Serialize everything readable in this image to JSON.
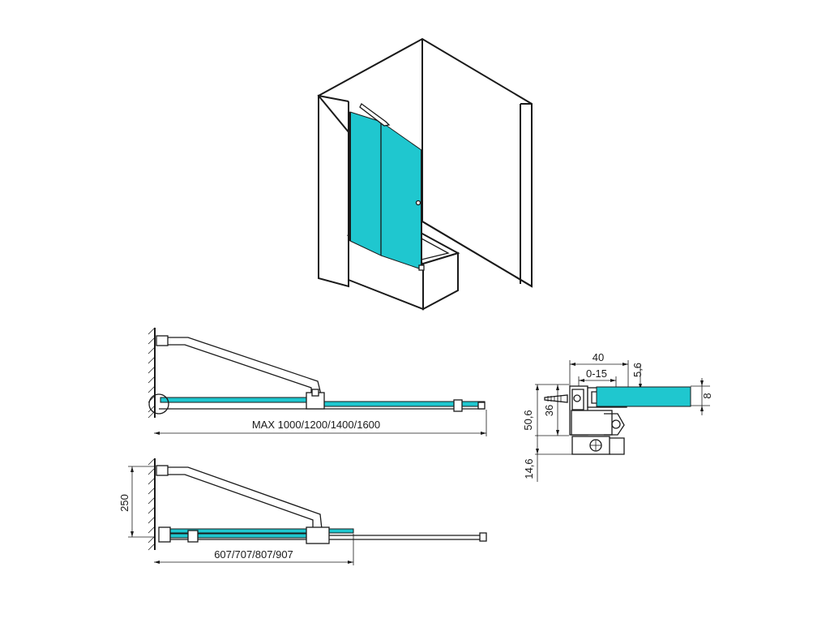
{
  "plan_view_open": {
    "width_label": "MAX 1000/1200/1400/1600"
  },
  "plan_view_folded": {
    "depth_label": "250",
    "width_label": "607/707/807/907"
  },
  "profile_section": {
    "dim_width": "40",
    "dim_adjust": "0-15",
    "dim_offset": "5,6",
    "dim_glass": "8",
    "dim_total_height": "50,6",
    "dim_upper_height": "36",
    "dim_lower_height": "14,6"
  },
  "colors": {
    "glass": "#1fc7cf",
    "line": "#1a1a1a",
    "background": "#ffffff"
  }
}
